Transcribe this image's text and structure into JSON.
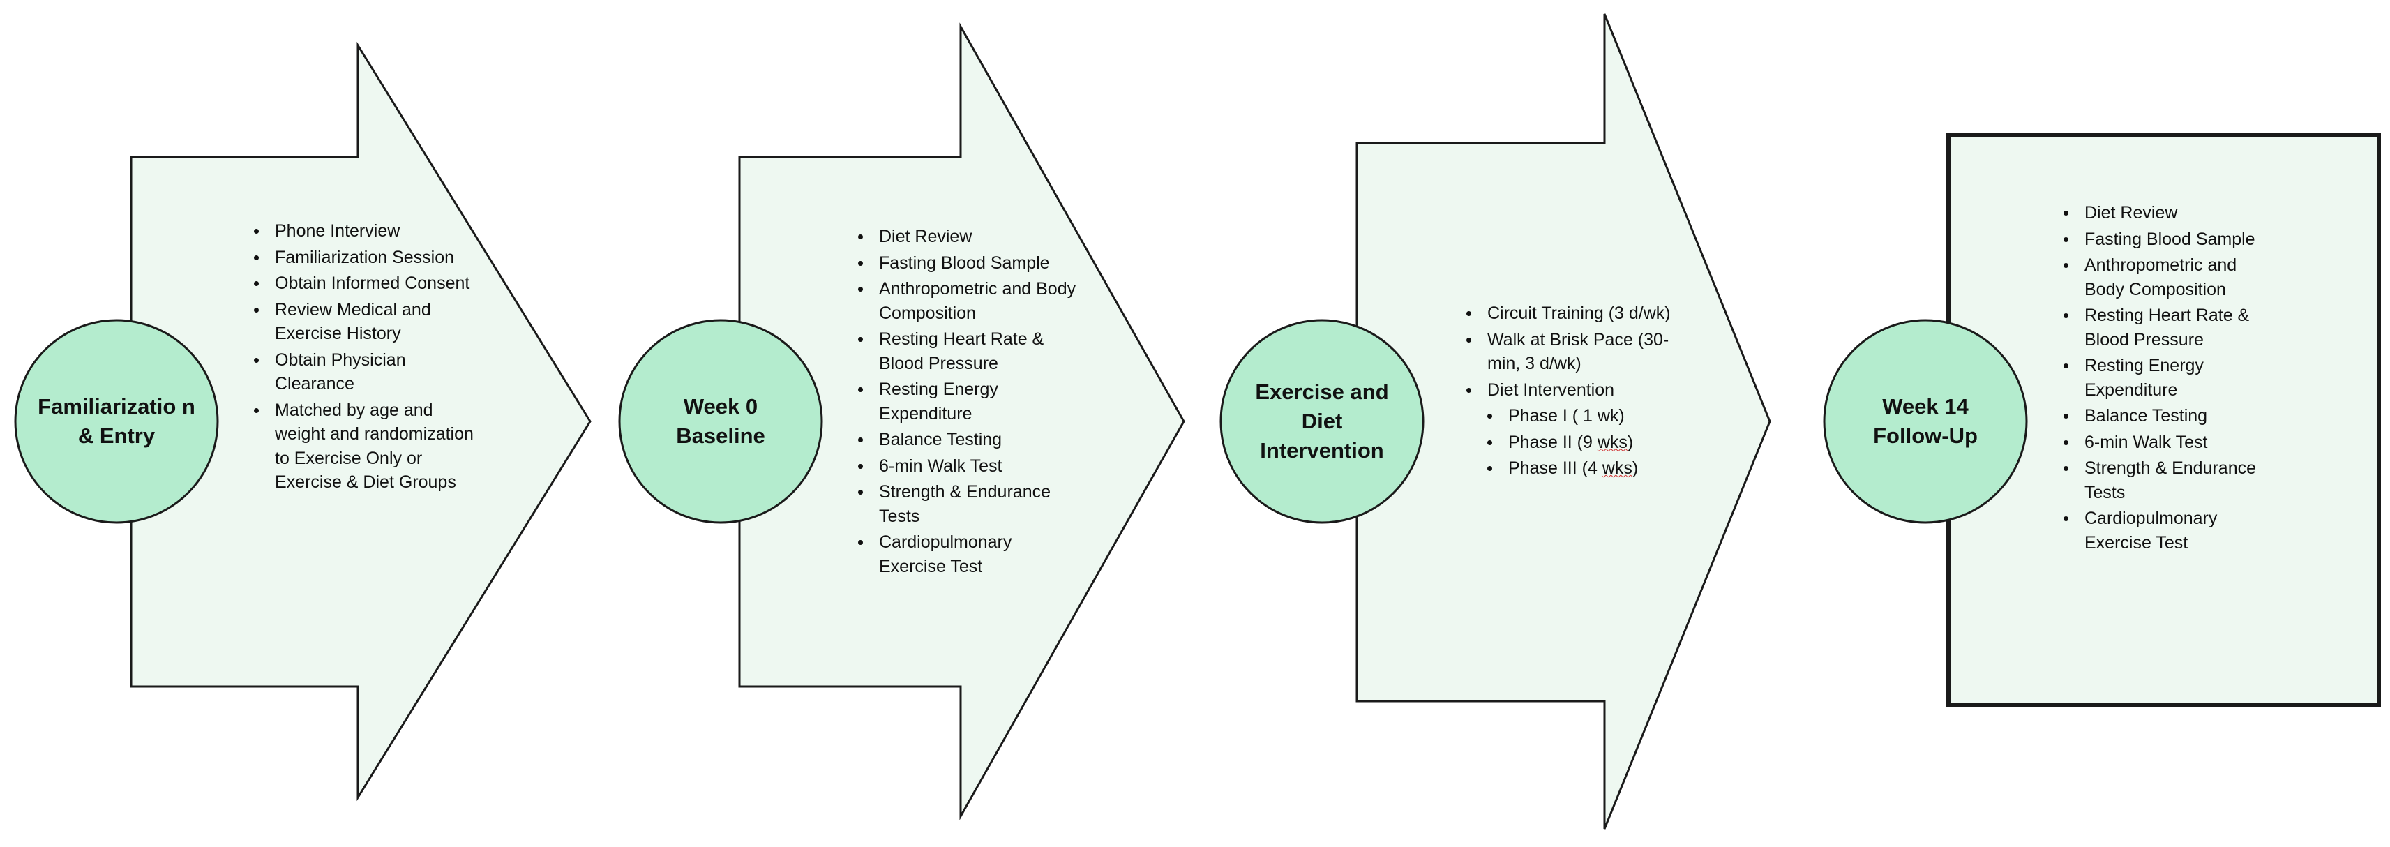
{
  "colors": {
    "arrow_fill": "#eef8f1",
    "circle_fill": "#b4ecce",
    "outline": "#1a1a1a",
    "spellcheck_underline": "#d03030"
  },
  "stages": [
    {
      "title": "Familiarizatio n & Entry",
      "items": [
        "Phone Interview",
        "Familiarization Session",
        "Obtain Informed Consent",
        "Review Medical and Exercise History",
        "Obtain Physician Clearance",
        "Matched by age and weight and randomization to Exercise Only or Exercise & Diet Groups"
      ]
    },
    {
      "title": "Week 0 Baseline",
      "items": [
        "Diet Review",
        "Fasting Blood Sample",
        "Anthropometric and Body Composition",
        "Resting Heart Rate & Blood Pressure",
        "Resting Energy Expenditure",
        "Balance Testing",
        "6-min Walk Test",
        "Strength & Endurance Tests",
        "Cardiopulmonary Exercise Test"
      ]
    },
    {
      "title": "Exercise and Diet Intervention",
      "items": [
        "Circuit Training (3 d/wk)",
        "Walk at Brisk Pace (30-min, 3 d/wk)",
        "Diet Intervention"
      ],
      "subitems": [
        "Phase I ( 1 wk)",
        "Phase II (9 ",
        "Phase III (4 "
      ],
      "subitem_flagged_words": [
        "wks",
        "wks"
      ],
      "subitem_tail": ")"
    },
    {
      "title": "Week 14 Follow-Up",
      "items": [
        "Diet Review",
        "Fasting Blood Sample",
        "Anthropometric  and  Body Composition",
        "Resting Heart Rate & Blood Pressure",
        "Resting Energy Expenditure",
        "Balance Testing",
        "6-min Walk Test",
        "Strength & Endurance Tests",
        "Cardiopulmonary Exercise Test"
      ]
    }
  ]
}
